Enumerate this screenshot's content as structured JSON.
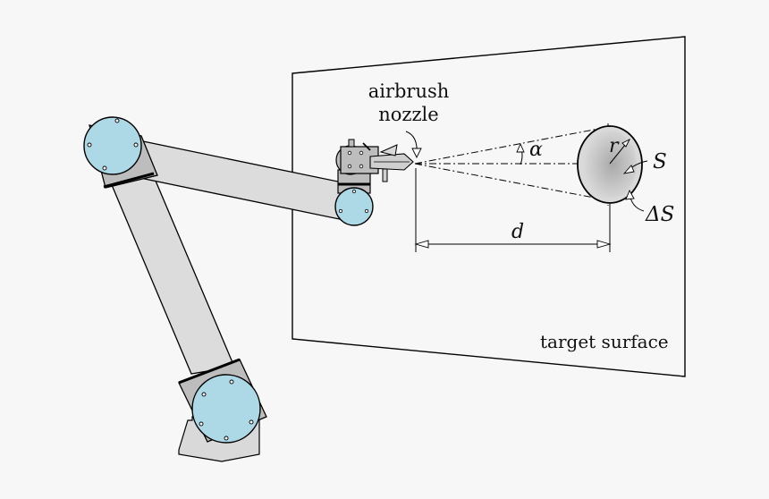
{
  "labels": {
    "nozzle_line1": "airbrush",
    "nozzle_line2": "nozzle",
    "angle": "α",
    "radius": "r",
    "spot": "S",
    "delta_spot": "ΔS",
    "distance": "d",
    "surface": "target surface"
  },
  "colors": {
    "background": "#f7f7f7",
    "joint": "#add8e6",
    "link": "#dcdcdc",
    "housing": "#bdbdbd",
    "spot_outer": "#cfcfcf",
    "spot_inner": "#b9b9b9",
    "line": "#000000"
  }
}
